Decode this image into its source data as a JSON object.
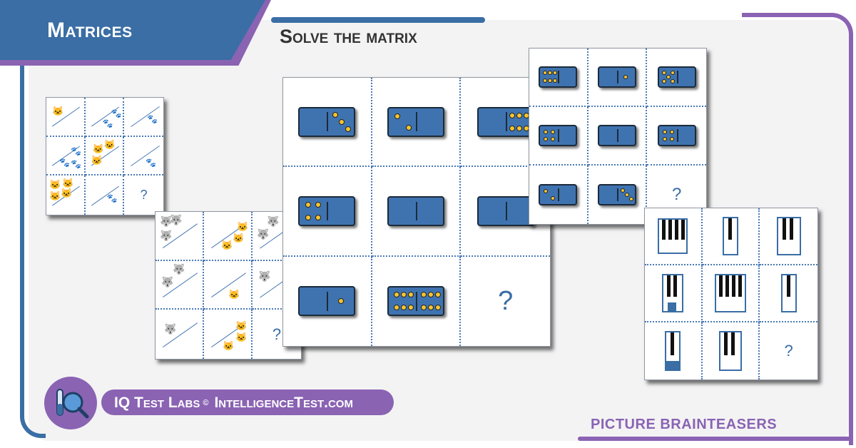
{
  "header": {
    "tab_title": "Matrices",
    "subtitle": "Solve the matrix"
  },
  "puzzles": {
    "question_mark": "?"
  },
  "icons": {
    "cat": "cat-face-icon",
    "fox": "fox-face-icon",
    "paw": "paw-print-icon",
    "logo": "magnifier-flask-logo-icon"
  },
  "footer": {
    "brand": "IQ Test Labs",
    "copyright": "©",
    "site": "IntelligenceTest.com",
    "category": "PICTURE BRAINTEASERS"
  },
  "colors": {
    "blue": "#3a6ea5",
    "purple": "#8a63b3",
    "domino_pip": "#f4c430"
  }
}
